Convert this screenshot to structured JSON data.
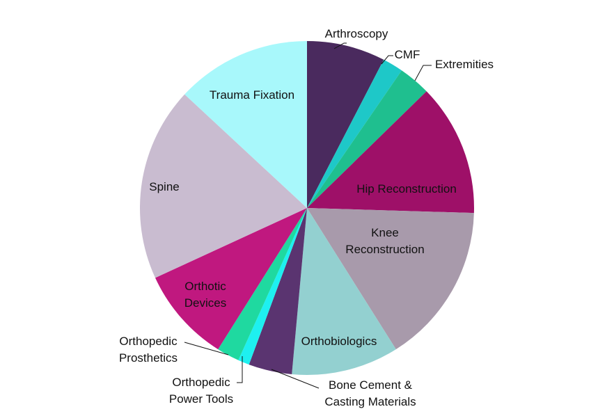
{
  "chart_data": {
    "type": "pie",
    "title": "",
    "start_angle": "top",
    "direction": "clockwise",
    "legend": "none",
    "categories": [
      "Arthroscopy",
      "CMF",
      "Extremities",
      "Hip Reconstruction",
      "Knee Reconstruction",
      "Orthobiologics",
      "Bone Cement & Casting Materials",
      "Orthopedic Power Tools",
      "Orthopedic Prosthetics",
      "Orthotic Devices",
      "Spine",
      "Trauma Fixation"
    ],
    "labels": [
      [
        "Arthroscopy"
      ],
      [
        "CMF"
      ],
      [
        "Extremities"
      ],
      [
        "Hip Reconstruction"
      ],
      [
        "Knee",
        "Reconstruction"
      ],
      [
        "Orthobiologics"
      ],
      [
        "Bone Cement &",
        "Casting Materials"
      ],
      [
        "Orthopedic",
        "Power Tools"
      ],
      [
        "Orthopedic",
        "Prosthetics"
      ],
      [
        "Orthotic",
        "Devices"
      ],
      [
        "Spine"
      ],
      [
        "Trauma Fixation"
      ]
    ],
    "values": [
      7.6,
      2.0,
      3.1,
      12.8,
      15.6,
      10.4,
      4.2,
      1.1,
      2.2,
      9.2,
      18.8,
      13.1
    ],
    "colors": [
      "#4a2a5e",
      "#1ec8c8",
      "#1fbf8f",
      "#9e1068",
      "#a89aab",
      "#93d0d0",
      "#5a3470",
      "#1ef0f0",
      "#1fd9a0",
      "#c0187f",
      "#c9bcd0",
      "#a8f8fb"
    ]
  }
}
